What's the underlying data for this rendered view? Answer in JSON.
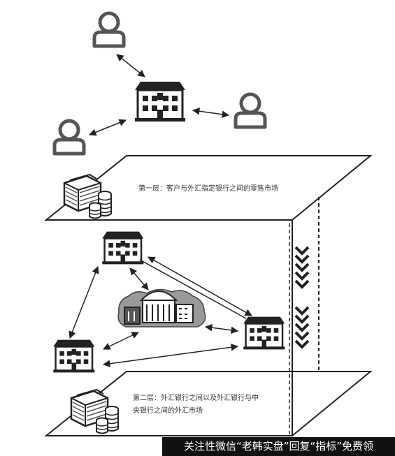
{
  "layer1": {
    "caption": "第一层：客户与外汇指定银行之间的零售市场"
  },
  "layer2": {
    "caption_line1": "第二层：外汇银行之间以及外汇银行与中",
    "caption_line2": "央银行之间的外汇市场"
  },
  "watermark": "关注性微信“老韩实盘”回复“指标”免费领",
  "colors": {
    "ink": "#222222",
    "fill": "#ffffff",
    "hatch": "#8a8a8a"
  },
  "icons": [
    "customer-icon",
    "bank-icon",
    "central-bank-icon",
    "money-stack-icon",
    "down-chevron-icon"
  ]
}
